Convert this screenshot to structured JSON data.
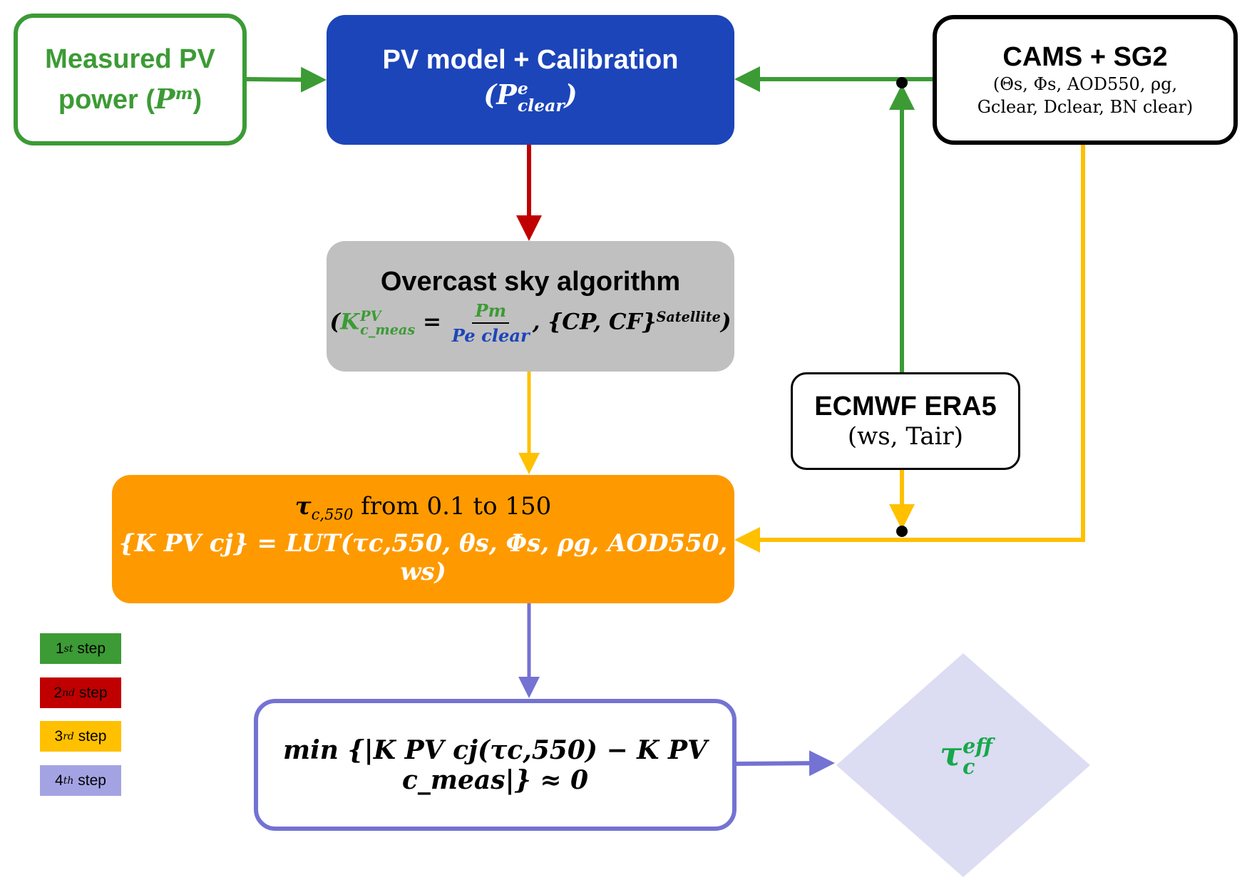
{
  "colors": {
    "step1": "#3c9b35",
    "step2": "#c00000",
    "step3": "#ffc000",
    "step4": "#7472d3",
    "pv_box": "#1c45b9",
    "grey_box": "#c0c0c0",
    "orange_box": "#fe9a00",
    "diamond": "#dcdcf3",
    "result_text": "#16a84a"
  },
  "nodes": {
    "measured": {
      "title_line1": "Measured PV",
      "title_line2": "power (",
      "symbol": "P",
      "sup": "m",
      "close": ")"
    },
    "pv_model": {
      "title": "PV model + Calibration",
      "symbol": "P",
      "sup": "e",
      "sub": "clear"
    },
    "cams": {
      "title": "CAMS + SG2",
      "params_line1": "(Θs, Φs, AOD550, ρg,",
      "params_line2": "Gclear, Dclear, BN clear)"
    },
    "overcast": {
      "title": "Overcast sky algorithm",
      "k_symbol": "K",
      "k_sup": "PV",
      "k_sub": "c_meas",
      "num": "Pm",
      "den": "Pe clear",
      "set": "{CP, CF}",
      "set_sup": "Satellite"
    },
    "era5": {
      "title": "ECMWF ERA5",
      "params": "(ws, Tair)"
    },
    "lut": {
      "line1_symbol": "τ",
      "line1_sub": "c,550",
      "line1_text": " from 0.1 to 150",
      "line2_lhs": "{K PV cj}",
      "line2_rhs": "= LUT(τc,550, θs, Φs, ρg, AOD550, ws)"
    },
    "minimize": {
      "expr_prefix": "min",
      "expr": "{|K PV cj(τc,550) − K PV c_meas|} ≈ 0"
    },
    "result": {
      "symbol": "τ",
      "sub": "c",
      "sup": "eff"
    }
  },
  "legend": [
    {
      "num": "1",
      "ord": "st",
      "label": "step"
    },
    {
      "num": "2",
      "ord": "nd",
      "label": "step"
    },
    {
      "num": "3",
      "ord": "rd",
      "label": "step"
    },
    {
      "num": "4",
      "ord": "th",
      "label": "step"
    }
  ]
}
